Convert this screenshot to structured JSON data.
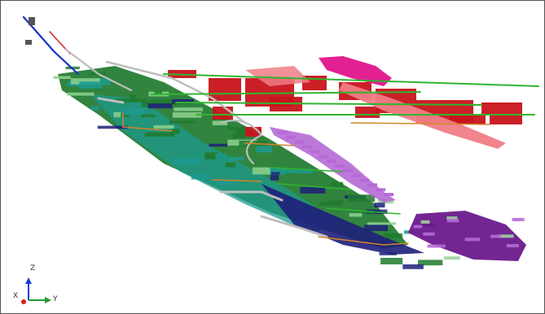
{
  "viewer": {
    "background": "#ffffff",
    "frame_color": "#555555"
  },
  "axes": {
    "z_label": "Z",
    "x_label": "X",
    "y_label": "Y",
    "z_color": "#1a3fd1",
    "y_color": "#1f9a2f",
    "x_color": "#d81b1b"
  },
  "scene": {
    "layer_colors": {
      "green_body": "#1f7a2e",
      "teal_body": "#1c9a8f",
      "navy_body": "#1f1f7a",
      "violet_body": "#b56ad6",
      "purple_body": "#6b1a8c",
      "red_body": "#c8141c",
      "pink_body": "#f07d86",
      "magenta_body": "#e0148c",
      "drillhole_blue": "#1630c8",
      "drillhole_red": "#d42a2a",
      "drillhole_orange": "#d2842a",
      "drillhole_green": "#2fb52f",
      "drillhole_grey": "#bdbdbd"
    }
  }
}
